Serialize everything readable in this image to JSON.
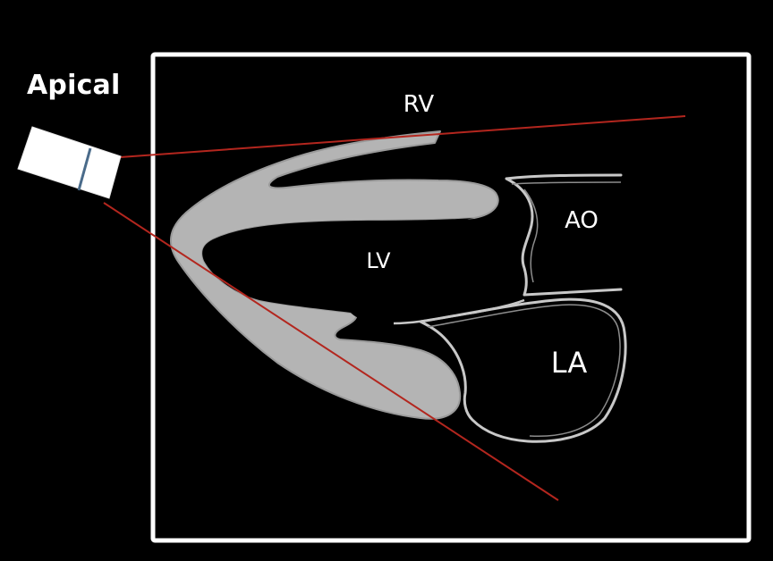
{
  "probe": {
    "label": "Apical",
    "icon": "ultrasound-transducer-icon"
  },
  "structures": {
    "rv": "RV",
    "lv": "LV",
    "ao": "AO",
    "la": "LA"
  },
  "colors": {
    "background": "#000000",
    "frame": "#ffffff",
    "myocardium": "#b4b4b4",
    "vessel_wall": "#c8c8c8",
    "scan_line": "#b3261e",
    "probe_body": "#ffffff",
    "probe_marker": "#4a6b8a"
  }
}
